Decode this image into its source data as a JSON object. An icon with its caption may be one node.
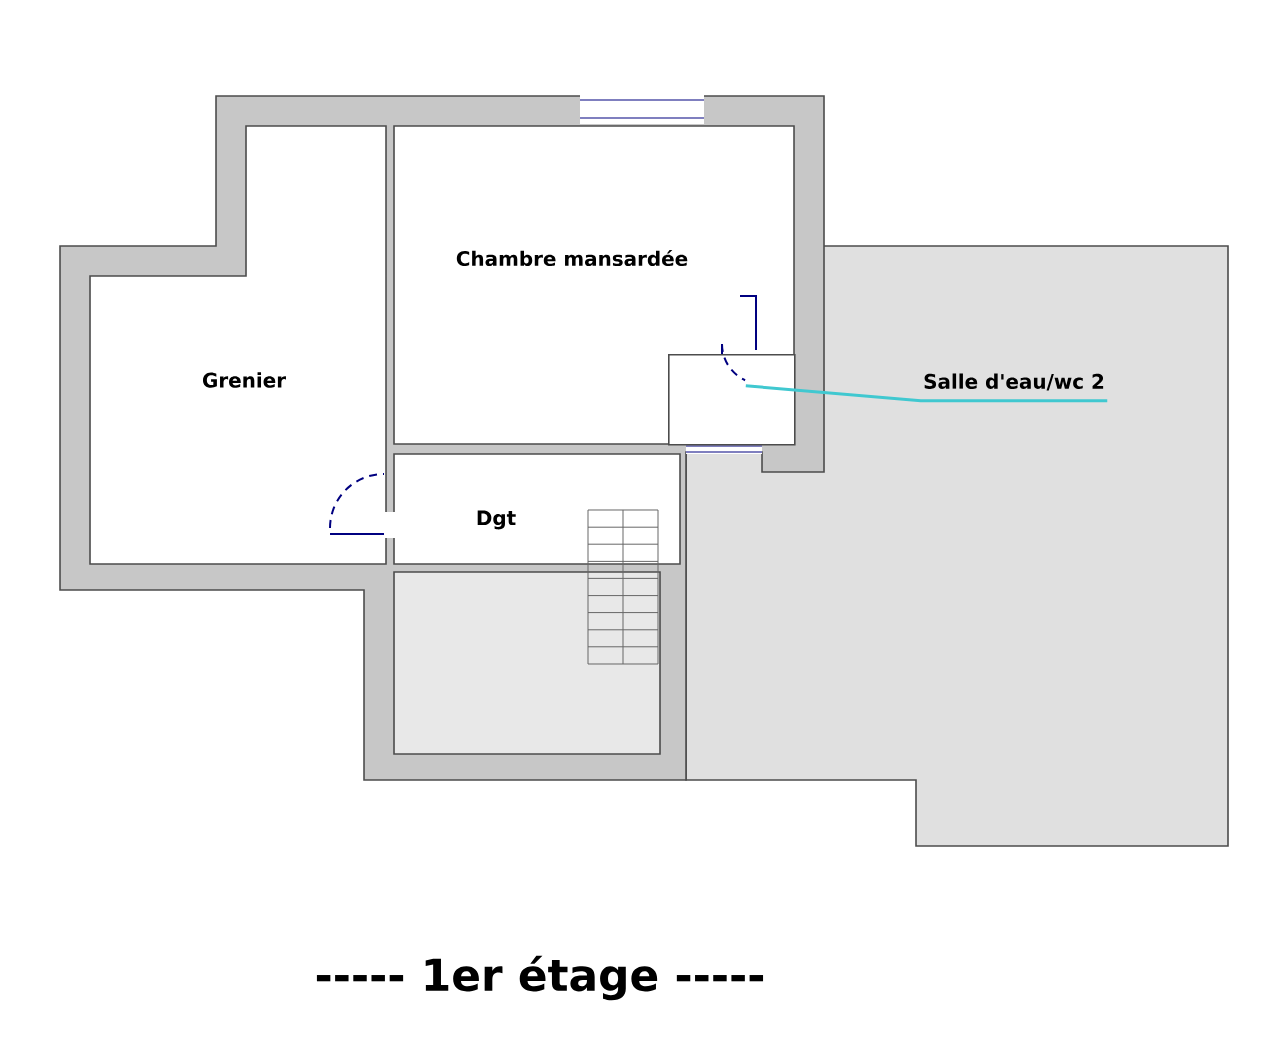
{
  "diagram": {
    "caption": "-----  1er étage  -----",
    "nodes": [
      {
        "text": [
          "Salle d'eau/wc 2"
        ]
      },
      {
        "text": [],
        "shape": "box"
      }
    ],
    "edges": [
      {
        "from": 0,
        "to": 1,
        "arrow": "none",
        "color": "#40c8d0"
      }
    ],
    "labels": [
      "Chambre mansardée",
      "Grenier",
      "Dgt"
    ]
  }
}
